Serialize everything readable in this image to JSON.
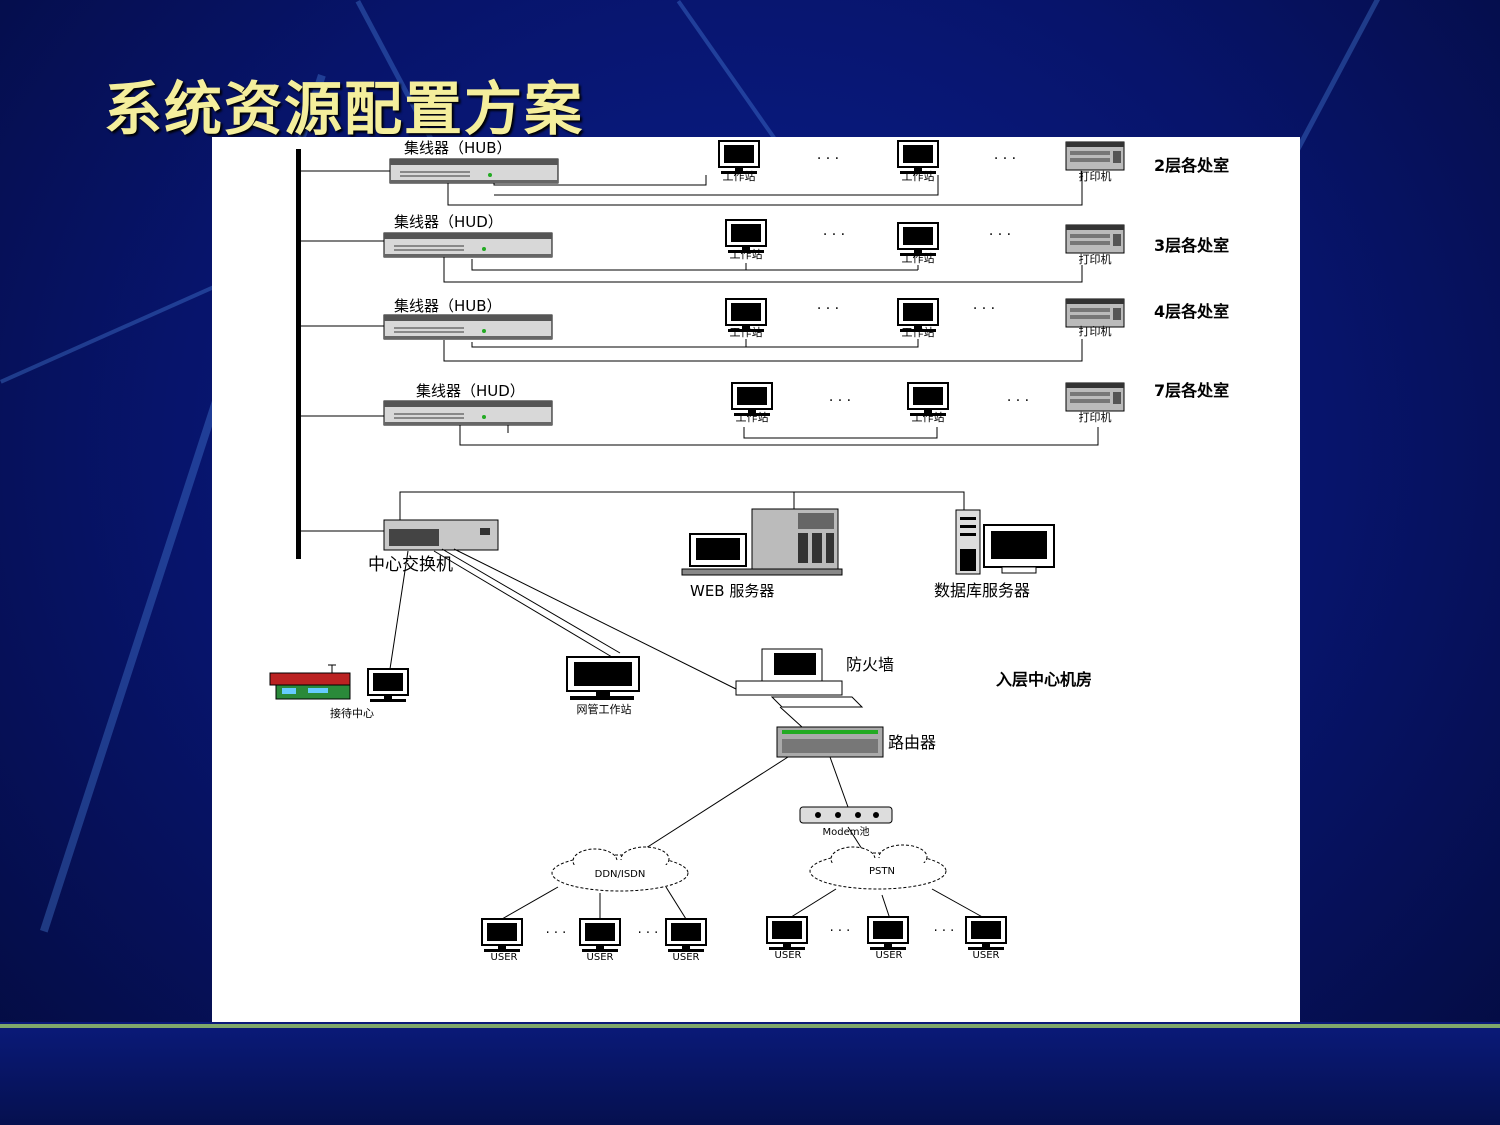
{
  "title": "系统资源配置方案",
  "floors": [
    {
      "hub_label": "集线器（HUB）",
      "station_label": "工作站",
      "printer_label": "打印机",
      "floor_label": "2层各处室"
    },
    {
      "hub_label": "集线器（HUD）",
      "station_label": "工作站",
      "printer_label": "打印机",
      "floor_label": "3层各处室"
    },
    {
      "hub_label": "集线器（HUB）",
      "station_label": "工作站",
      "printer_label": "打印机",
      "floor_label": "4层各处室"
    },
    {
      "hub_label": "集线器（HUD）",
      "station_label": "工作站",
      "printer_label": "打印机",
      "floor_label": "7层各处室"
    }
  ],
  "ellipsis": "· · ·",
  "center": {
    "switch_label": "中心交换机",
    "web_server_label": "WEB 服务器",
    "db_server_label": "数据库服务器",
    "reception_label": "接待中心",
    "admin_label": "网管工作站",
    "firewall_label": "防火墙",
    "room_label": "入层中心机房",
    "router_label": "路由器",
    "modem_label": "Modem池",
    "ddn_label": "DDN/ISDN",
    "pstn_label": "PSTN",
    "user_label": "USER"
  }
}
